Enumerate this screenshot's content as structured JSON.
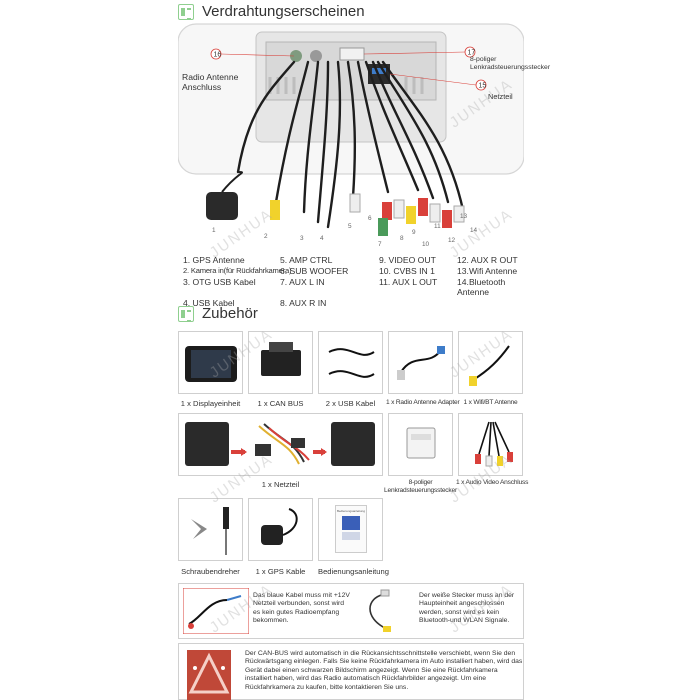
{
  "sections": {
    "wiring_title": "Verdrahtungserscheinen",
    "accessories_title": "Zubehör"
  },
  "wiring_labels": {
    "radio_antenna": "Radio Antenne\nAnschluss",
    "callout_16": "16",
    "callout_17": "17",
    "callout_15": "15",
    "steering_connector": "8-poliger\nLenkradsteuerungsstecker",
    "power": "Netzteil",
    "bottom_numbers": [
      "1",
      "2",
      "3",
      "4",
      "5",
      "6",
      "7",
      "8",
      "9",
      "10",
      "11",
      "12",
      "13",
      "14"
    ]
  },
  "legend": [
    "1. GPS Antenne",
    "5. AMP CTRL",
    "9. VIDEO OUT",
    "12. AUX R OUT",
    "2. Kamera in(für Rückfahrkamera)",
    "6. SUB WOOFER",
    "10. CVBS IN 1",
    "13.Wifi Antenne",
    "3. OTG USB Kabel",
    "7. AUX L IN",
    "11. AUX L OUT",
    "14.Bluetooth Antenne",
    "4. USB Kabel",
    "8. AUX R IN",
    "",
    ""
  ],
  "accessories": {
    "display": "1 x Displayeinheit",
    "canbus": "1 x CAN BUS",
    "usb": "2 x USB Kabel",
    "radio_adapter": "1 x Radio Antenne Adapter",
    "wifi": "1 x Wifi/BT Antenne",
    "power": "1 x Netzteil",
    "steering": "8-poliger\nLenkradsteuerungsstecker",
    "av_cable": "1 x Audio Video Anschluss",
    "screwdriver": "Schraubendreher",
    "gps": "1 x GPS Kable",
    "manual": "Bedienungsanleitung"
  },
  "notes": {
    "blue_cable": "Das blaue Kabel muss mit +12V Netzteil verbunden, sonst wird es kein gutes Radioempfang bekommen.",
    "white_plug": "Der weiße Stecker muss an der Haupteinheit angeschlossen werden, sonst wird es kein Bluetooth-und WLAN Signale.",
    "canbus": "Der CAN-BUS wird automatisch in die Rückansichtsschnittstelle verschiebt, wenn Sie den Rückwärtsgang einlegen. Falls Sie keine Rückfahrkamera im Auto installiert haben, wird das Gerät dabei einen schwarzen Bildschirm angezeigt. Wenn Sie eine Rückfahrkamera installiert haben, wird das Radio automatisch Rückfahrbilder angezeigt. Um eine Rückfahrkamera zu kaufen, bitte kontaktieren Sie uns."
  },
  "manual_cover": "Bedienungsanleitung",
  "watermark": "JUNHUA",
  "colors": {
    "accent_green": "#8fcf8f",
    "border": "#cfcfcf",
    "text": "#333333",
    "callout_red": "#d9403a"
  }
}
